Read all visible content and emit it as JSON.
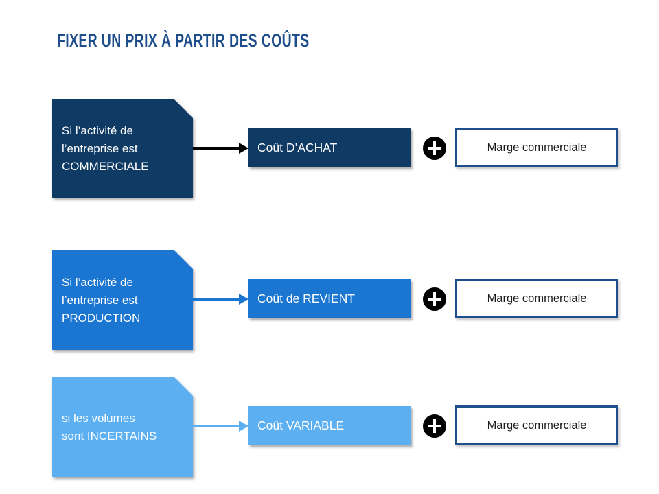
{
  "title": "FIXER UN PRIX À PARTIR DES COÛTS",
  "title_color": "#1F4E8C",
  "background_color": "#FFFFFF",
  "margin_border_color": "#1F4E8C",
  "plus_symbol": "+",
  "rows": [
    {
      "condition_lines": [
        "Si l’activité de",
        "l’entreprise est",
        "COMMERCIALE"
      ],
      "cost_label": "Coût D’ACHAT",
      "operator": "plus",
      "margin_label": "Marge commerciale",
      "box_color": "#0E3A63",
      "arrow_color": "#000000"
    },
    {
      "condition_lines": [
        "Si l’activité de",
        "l’entreprise est",
        "PRODUCTION"
      ],
      "cost_label": "Coût de REVIENT",
      "operator": "plus",
      "margin_label": "Marge commerciale",
      "box_color": "#1B76D2",
      "arrow_color": "#1B76D2"
    },
    {
      "condition_lines": [
        "si les volumes",
        "sont INCERTAINS"
      ],
      "cost_label": "Coût VARIABLE",
      "operator": "plus",
      "margin_label": "Marge commerciale",
      "box_color": "#5CB0F2",
      "arrow_color": "#5CB0F2"
    }
  ]
}
